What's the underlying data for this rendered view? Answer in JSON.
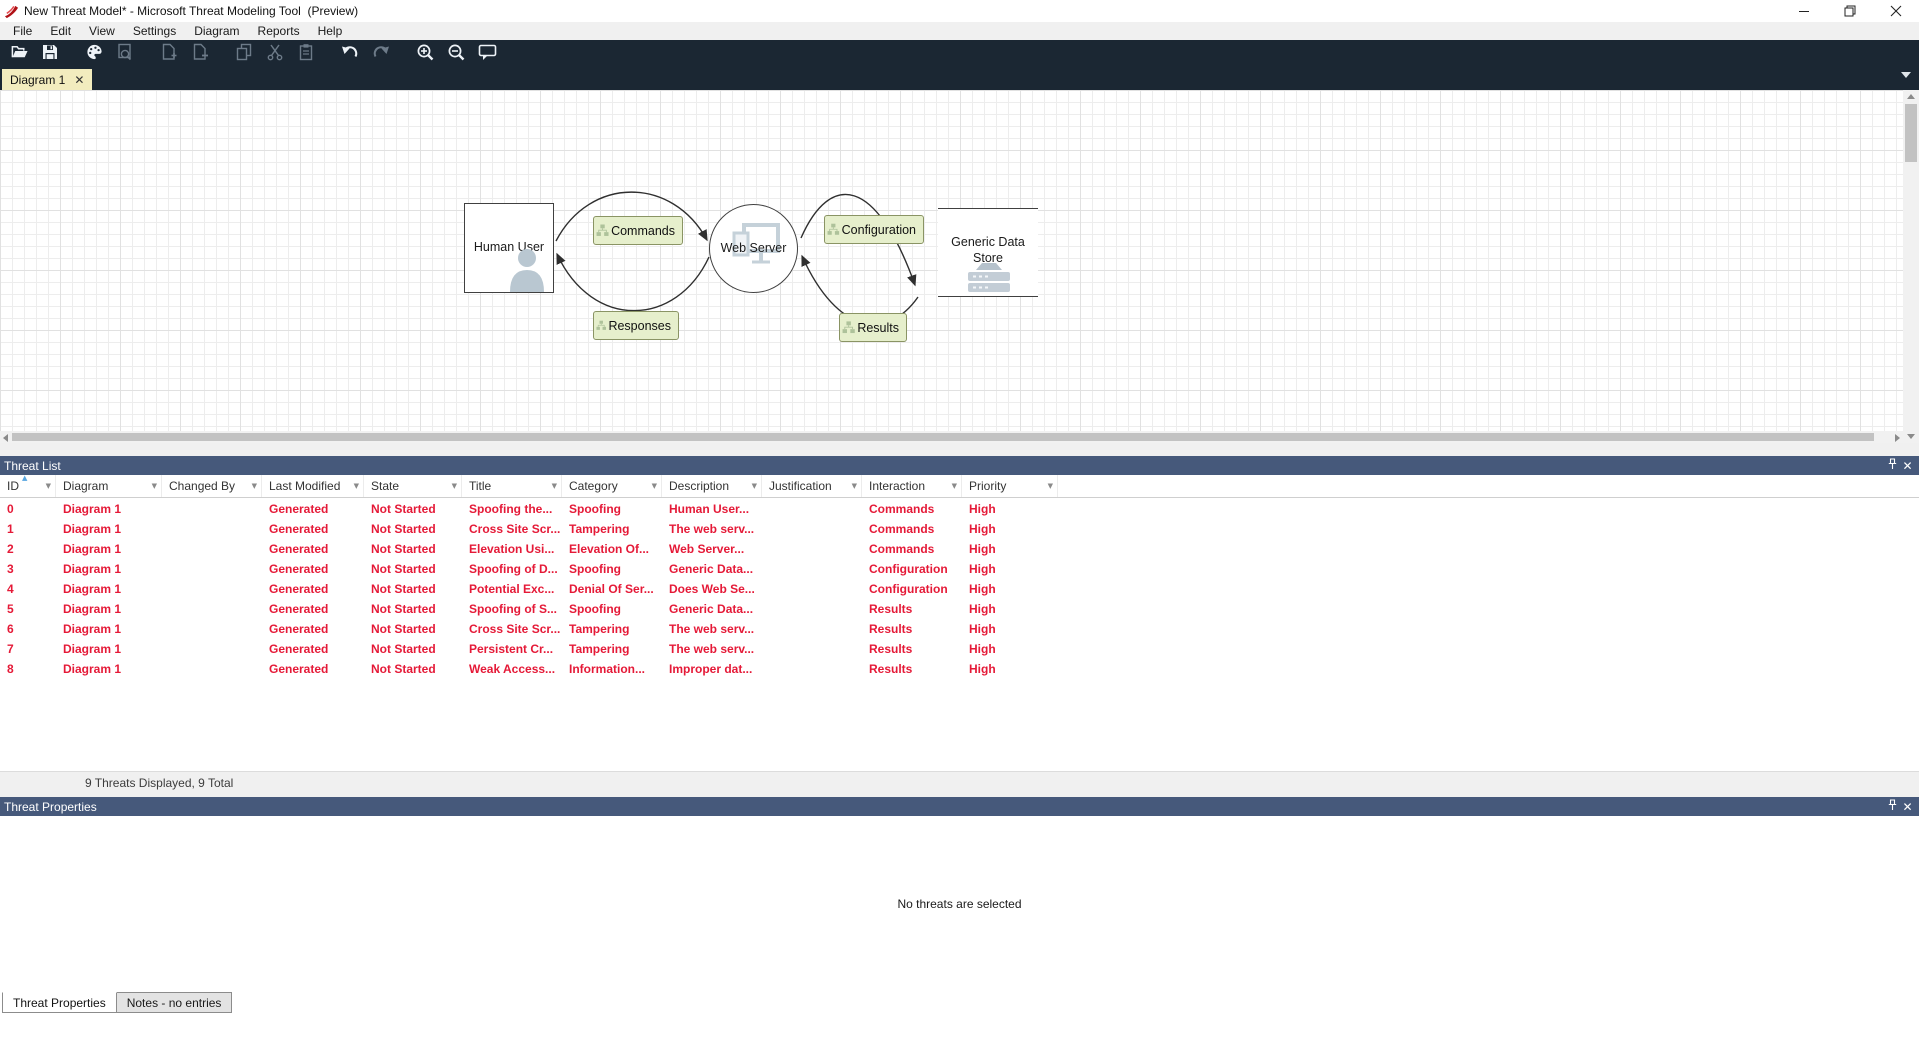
{
  "window": {
    "title": "New Threat Model* - Microsoft Threat Modeling Tool  (Preview)"
  },
  "menu": {
    "items": [
      "File",
      "Edit",
      "View",
      "Settings",
      "Diagram",
      "Reports",
      "Help"
    ]
  },
  "toolbar": {
    "icons": [
      "open-icon",
      "save-icon",
      "palette-icon",
      "inspect-icon",
      "add-page-icon",
      "remove-page-icon",
      "copy-icon",
      "cut-icon",
      "paste-icon",
      "undo-icon",
      "redo-icon",
      "zoom-in-icon",
      "zoom-out-icon",
      "feedback-icon"
    ]
  },
  "tabs": {
    "diagram_tab": "Diagram 1"
  },
  "canvas": {
    "nodes": [
      {
        "label": "Human User"
      },
      {
        "label": "Web Server"
      },
      {
        "label": "Generic Data Store"
      }
    ],
    "flows": [
      {
        "label": "Commands"
      },
      {
        "label": "Configuration"
      },
      {
        "label": "Responses"
      },
      {
        "label": "Results"
      }
    ]
  },
  "threat_list": {
    "title": "Threat List",
    "columns": [
      "ID",
      "Diagram",
      "Changed By",
      "Last Modified",
      "State",
      "Title",
      "Category",
      "Description",
      "Justification",
      "Interaction",
      "Priority"
    ],
    "rows": [
      [
        "0",
        "Diagram 1",
        "",
        "Generated",
        "Not Started",
        "Spoofing the...",
        "Spoofing",
        "Human User...",
        "",
        "Commands",
        "High"
      ],
      [
        "1",
        "Diagram 1",
        "",
        "Generated",
        "Not Started",
        "Cross Site Scr...",
        "Tampering",
        "The web serv...",
        "",
        "Commands",
        "High"
      ],
      [
        "2",
        "Diagram 1",
        "",
        "Generated",
        "Not Started",
        "Elevation Usi...",
        "Elevation Of...",
        "Web Server...",
        "",
        "Commands",
        "High"
      ],
      [
        "3",
        "Diagram 1",
        "",
        "Generated",
        "Not Started",
        "Spoofing of D...",
        "Spoofing",
        "Generic Data...",
        "",
        "Configuration",
        "High"
      ],
      [
        "4",
        "Diagram 1",
        "",
        "Generated",
        "Not Started",
        "Potential Exc...",
        "Denial Of Ser...",
        "Does Web Se...",
        "",
        "Configuration",
        "High"
      ],
      [
        "5",
        "Diagram 1",
        "",
        "Generated",
        "Not Started",
        "Spoofing of S...",
        "Spoofing",
        "Generic Data...",
        "",
        "Results",
        "High"
      ],
      [
        "6",
        "Diagram 1",
        "",
        "Generated",
        "Not Started",
        "Cross Site Scr...",
        "Tampering",
        "The web serv...",
        "",
        "Results",
        "High"
      ],
      [
        "7",
        "Diagram 1",
        "",
        "Generated",
        "Not Started",
        "Persistent Cr...",
        "Tampering",
        "The web serv...",
        "",
        "Results",
        "High"
      ],
      [
        "8",
        "Diagram 1",
        "",
        "Generated",
        "Not Started",
        "Weak Access...",
        "Information...",
        "Improper dat...",
        "",
        "Results",
        "High"
      ]
    ],
    "status": "9 Threats Displayed, 9 Total"
  },
  "threat_properties": {
    "title": "Threat Properties",
    "empty_message": "No threats are selected",
    "tabs": [
      "Threat Properties",
      "Notes - no entries"
    ]
  },
  "colors": {
    "toolbar_bg": "#1b2733",
    "panel_header_bg": "#46597b",
    "diagram_tab_bg": "#f2ecbe",
    "threat_row_text": "#e51937",
    "flow_label_fill": "#e6efcc",
    "flow_label_border": "#8a9464"
  }
}
